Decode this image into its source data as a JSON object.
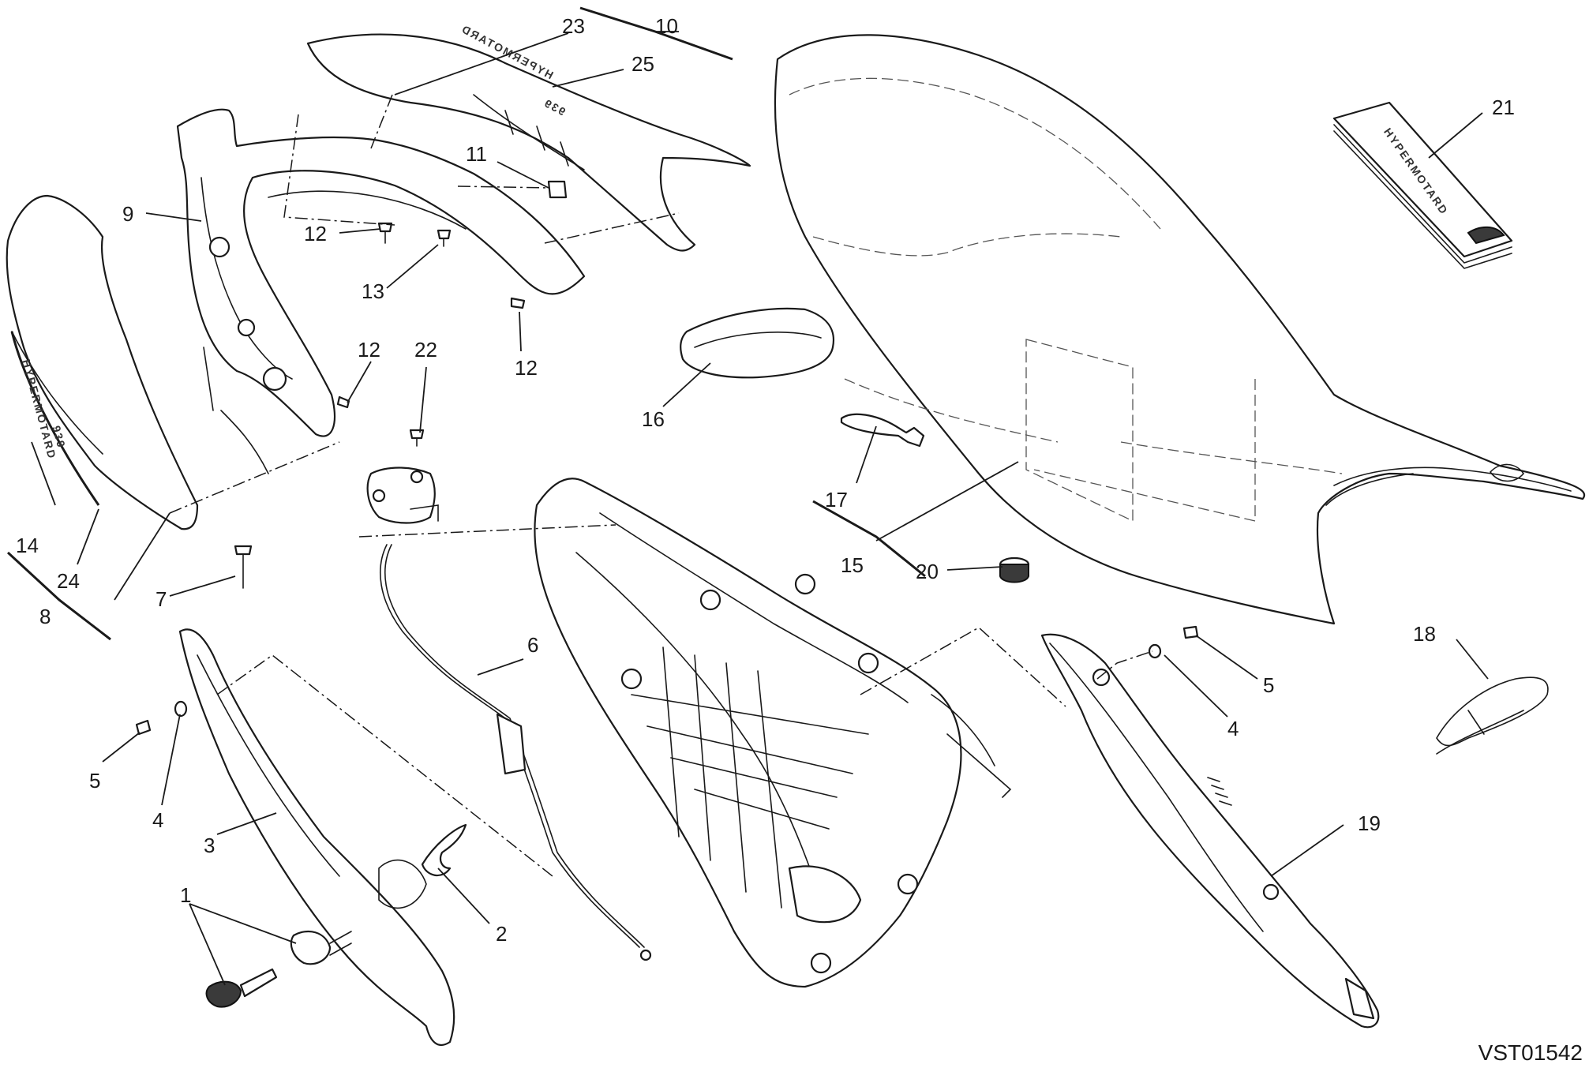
{
  "drawing_code": "VST01542",
  "callouts": {
    "c1": "1",
    "c2": "2",
    "c3": "3",
    "c4a": "4",
    "c4b": "4",
    "c5a": "5",
    "c5b": "5",
    "c6": "6",
    "c7": "7",
    "c8": "8",
    "c9": "9",
    "c10": "10",
    "c11": "11",
    "c12a": "12",
    "c12b": "12",
    "c12c": "12",
    "c13": "13",
    "c14": "14",
    "c15": "15",
    "c16": "16",
    "c17": "17",
    "c18": "18",
    "c19": "19",
    "c20": "20",
    "c21": "21",
    "c22": "22",
    "c23": "23",
    "c24": "24",
    "c25": "25"
  },
  "decals": {
    "left_cover": "HYPERMOTARD",
    "left_cover_model": "939",
    "tail_cover": "HYPERMOTARD",
    "tail_cover_model": "939",
    "manual": "HYPERMOTARD"
  }
}
